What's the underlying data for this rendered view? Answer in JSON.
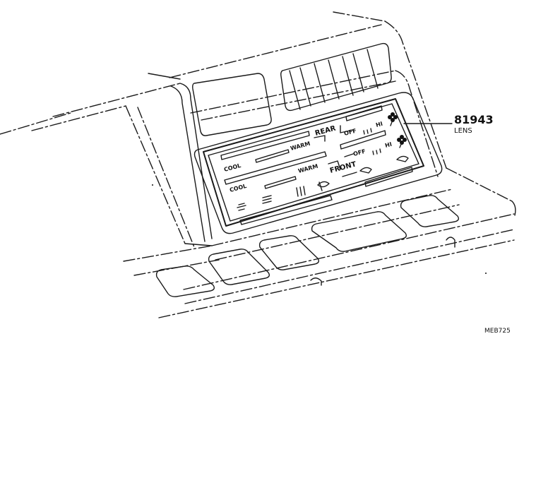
{
  "part": {
    "number": "81943",
    "name": "LENS"
  },
  "code": "MEB725",
  "panel": {
    "rear": "REAR",
    "front": "FRONT",
    "cool_1": "COOL",
    "warm_1": "WARM",
    "cool_2": "COOL",
    "warm_2": "WARM",
    "off_1": "OFF",
    "hi_1": "HI",
    "off_2": "OFF",
    "hi_2": "HI"
  }
}
